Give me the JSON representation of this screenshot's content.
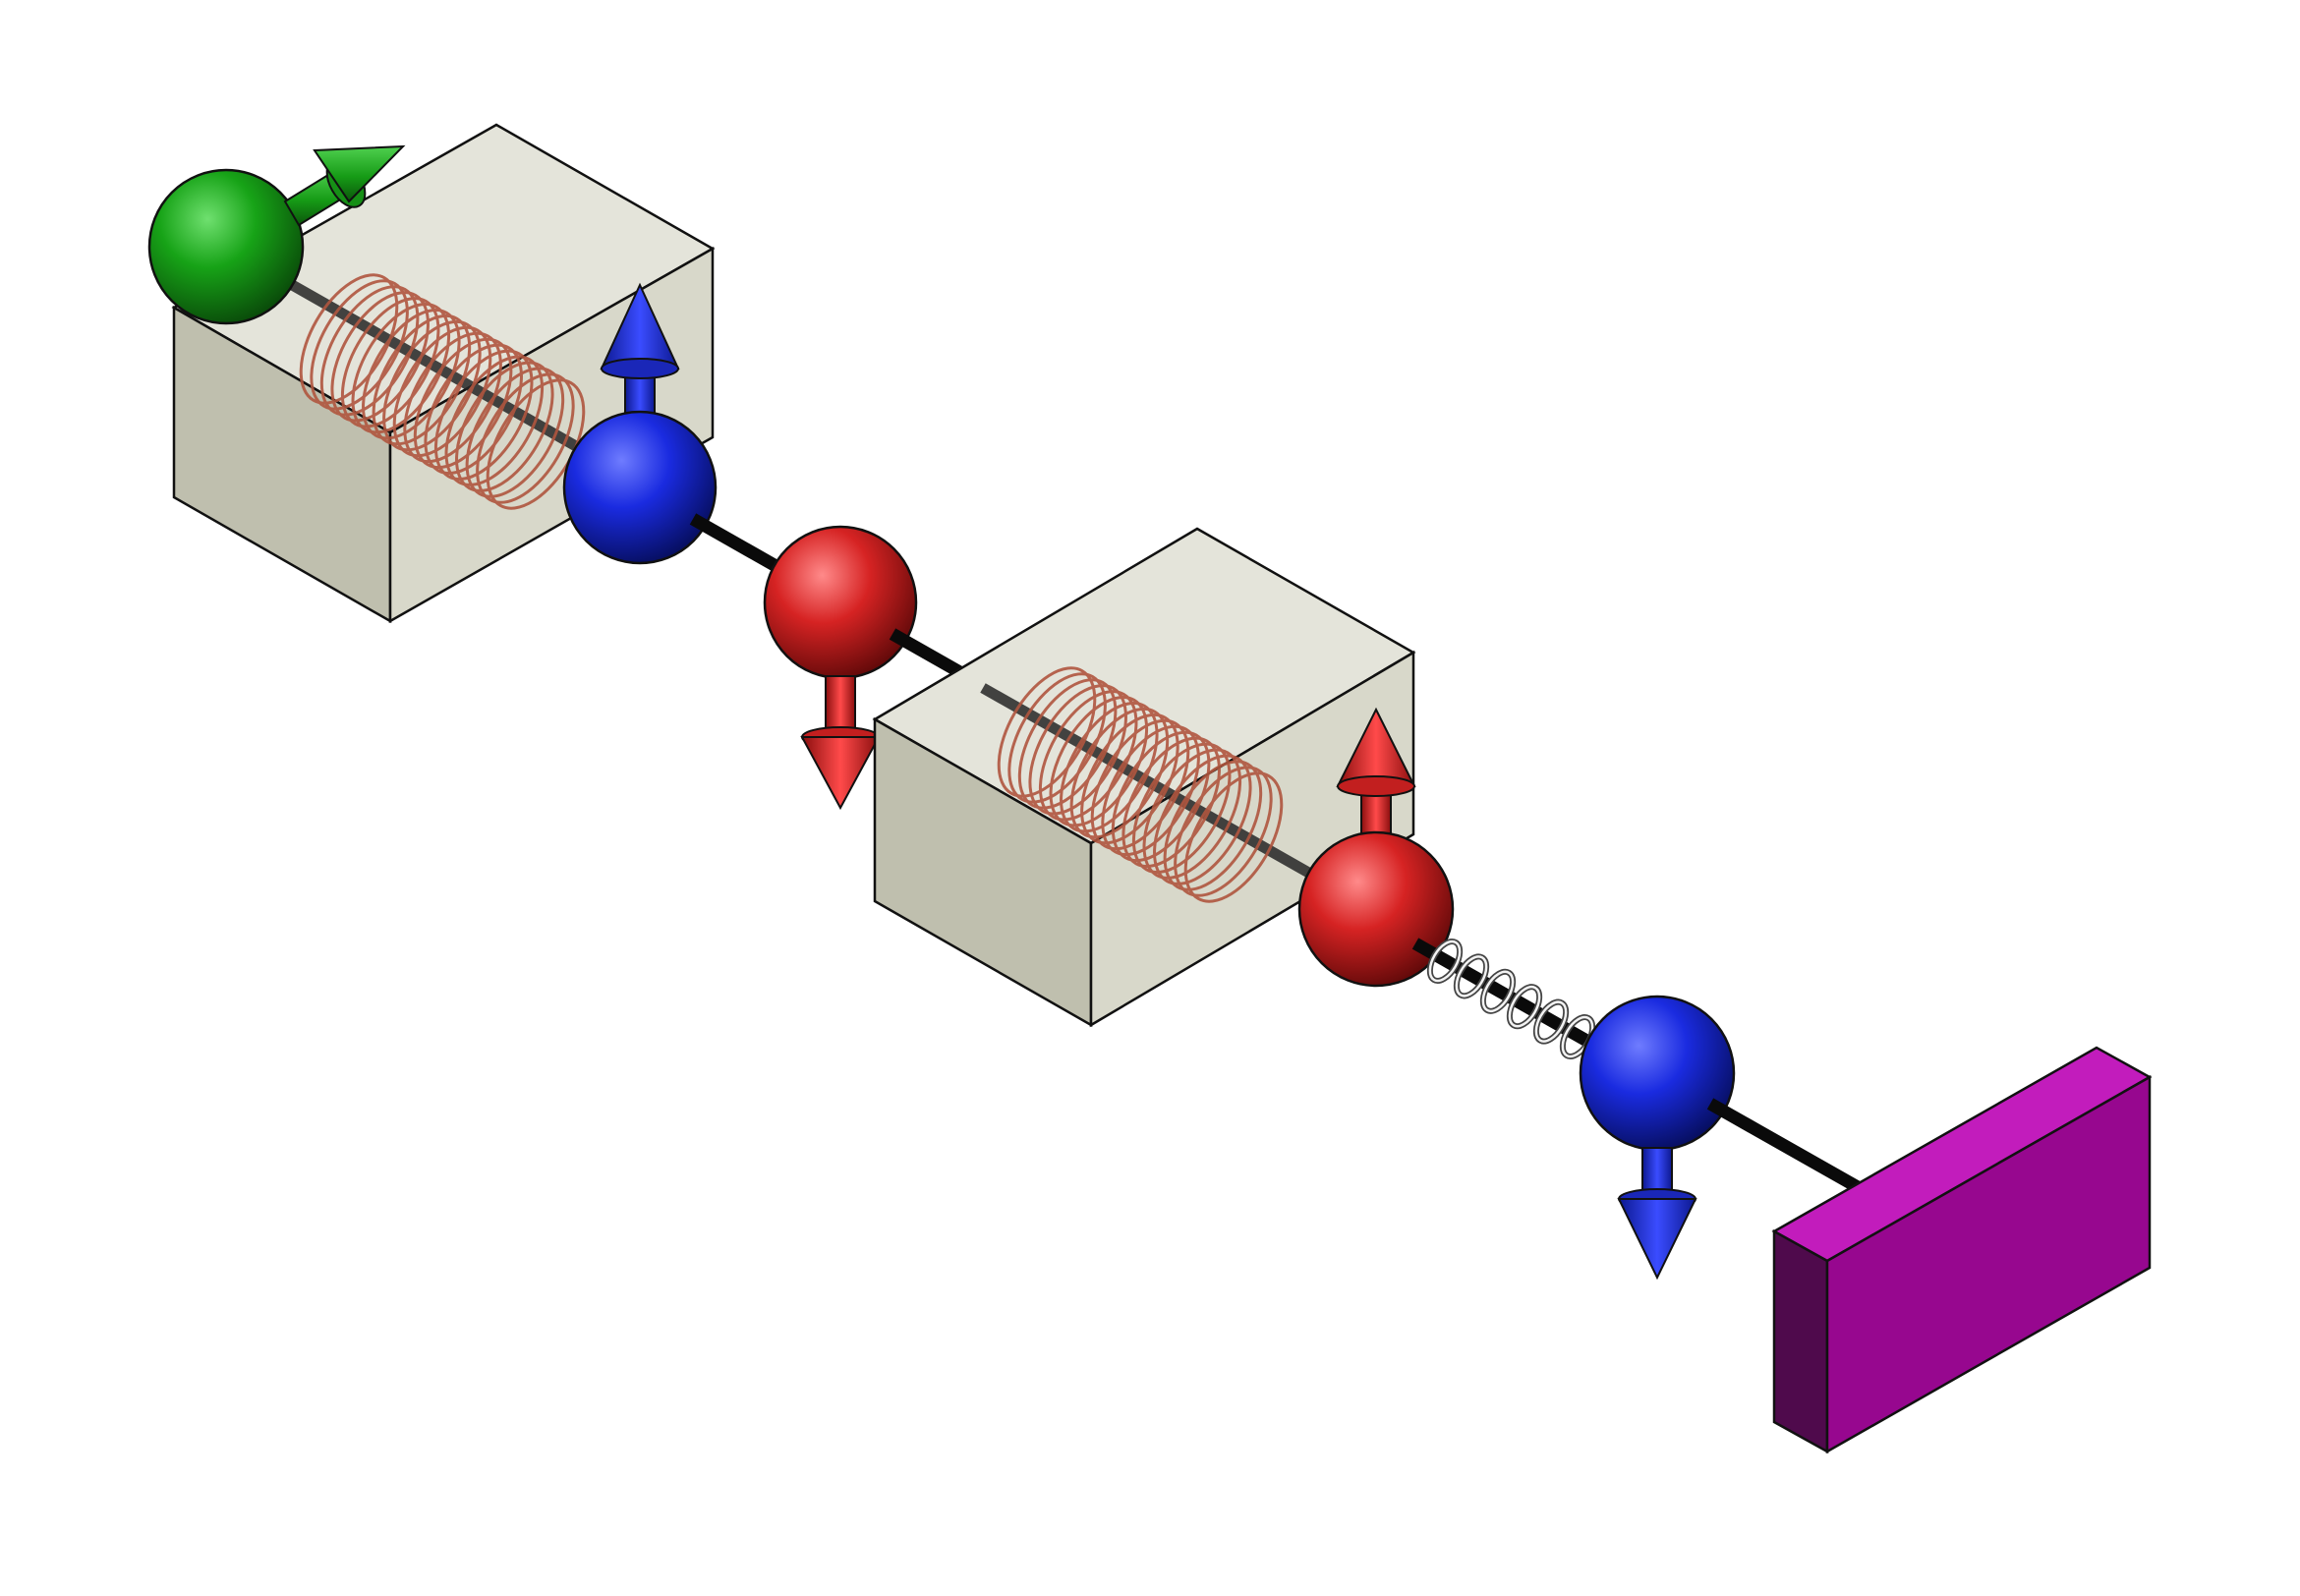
{
  "diagram": {
    "colors": {
      "background": "#ffffff",
      "box_top": "#e6e6dc",
      "box_left": "#c2c2b2",
      "box_right": "#d6d6c8",
      "box_edge": "#111111",
      "coil": "#a8503a",
      "beam": "#0a0a0a",
      "green_sphere": "#1f9a1f",
      "blue_sphere": "#1d2fd6",
      "red_sphere": "#d42626",
      "spring": "#7a7a7a",
      "target": "#9b1090"
    },
    "icons": {
      "source_particle": "green-sphere",
      "spin_up_particle": "blue-sphere",
      "spin_down_particle": "red-sphere",
      "magnet_box": "translucent-cube-with-coil",
      "detector": "magenta-slab"
    },
    "elements": [
      "source-particle-with-rightward-arrow",
      "first-magnet-box-with-coil",
      "blue-particle-arrow-up",
      "red-particle-arrow-down",
      "second-magnet-box-with-coil",
      "red-particle-arrow-up",
      "spring-coupling",
      "blue-particle-arrow-down",
      "detector-slab"
    ]
  }
}
